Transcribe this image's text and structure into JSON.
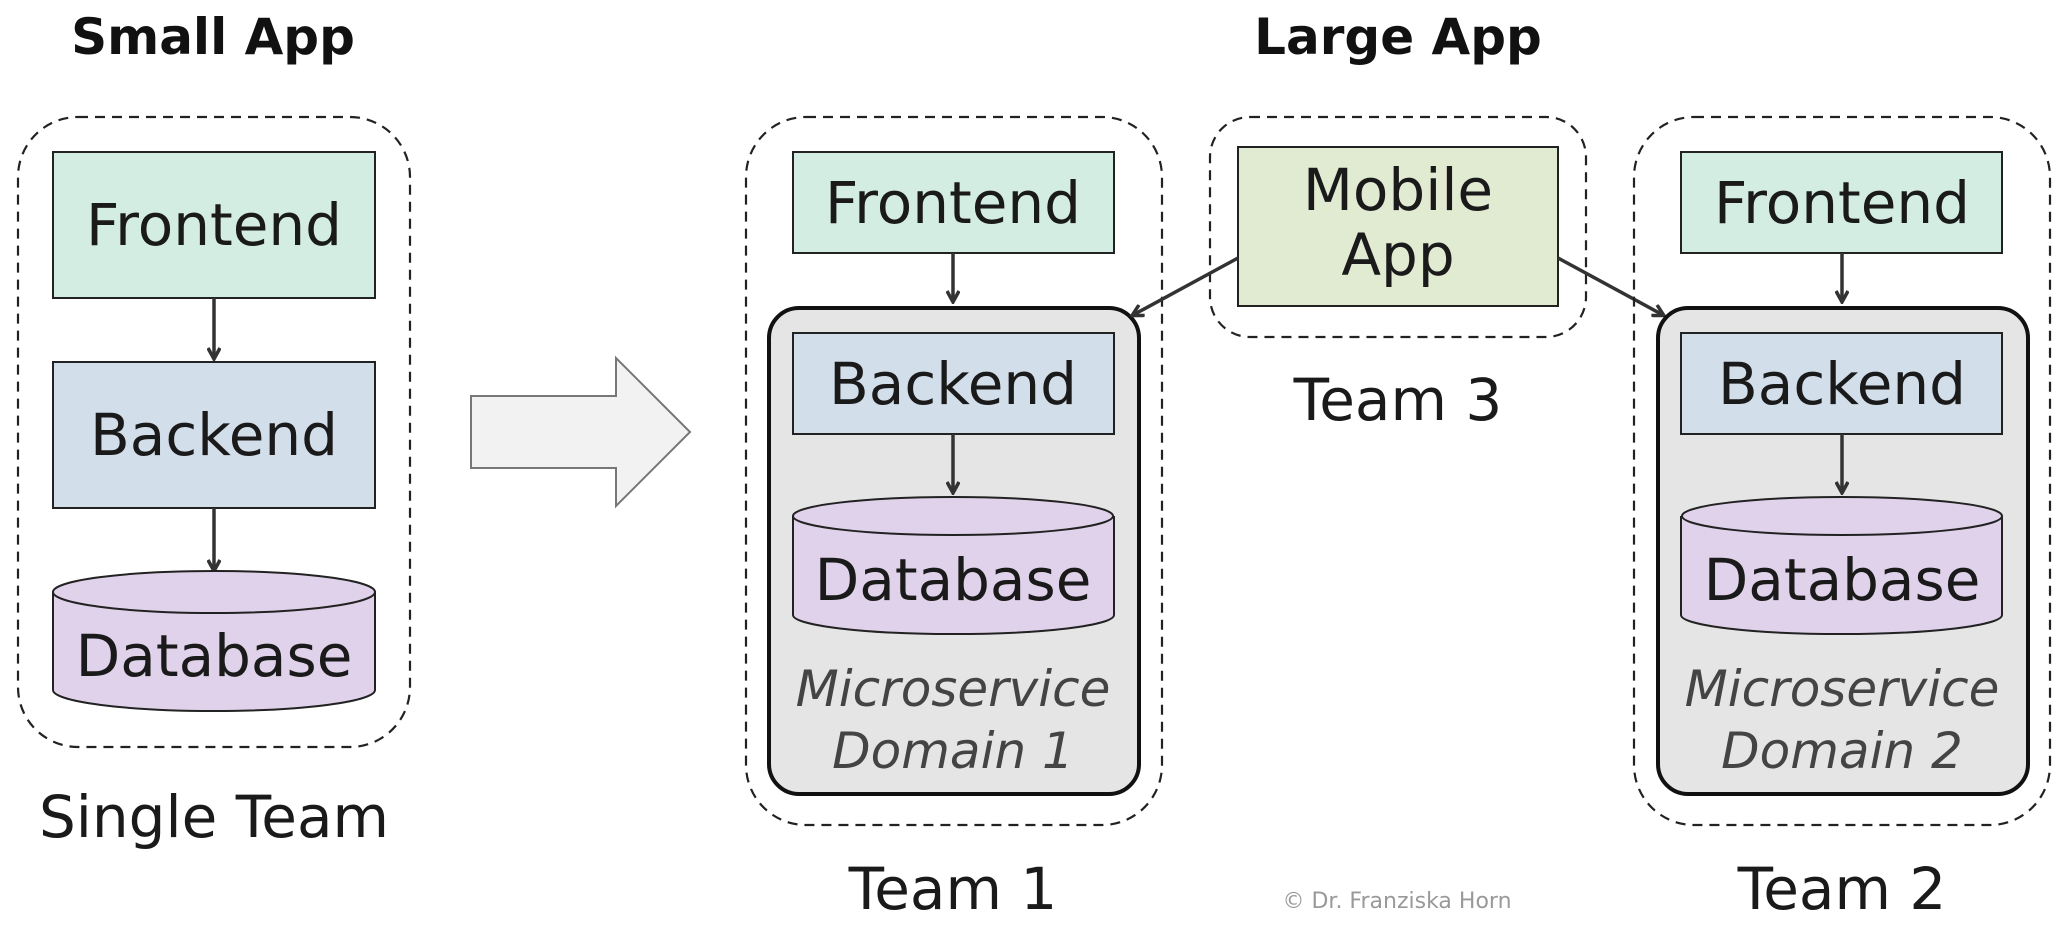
{
  "titles": {
    "small": "Small App",
    "large": "Large App"
  },
  "labels": {
    "frontend": "Frontend",
    "backend": "Backend",
    "database": "Database",
    "mobile_line1": "Mobile",
    "mobile_line2": "App",
    "microservice": "Microservice",
    "domain1": "Domain 1",
    "domain2": "Domain 2"
  },
  "teams": {
    "single": "Single Team",
    "team1": "Team 1",
    "team2": "Team 2",
    "team3": "Team 3"
  },
  "credit": "© Dr. Franziska Horn",
  "colors": {
    "frontend": "#d4ede2",
    "backend": "#d3deeb",
    "database": "#e0d2ea",
    "mobile": "#e1ebd2",
    "microservice_bg": "#e5e5e5",
    "transition_arrow": "#f2f2f2"
  }
}
